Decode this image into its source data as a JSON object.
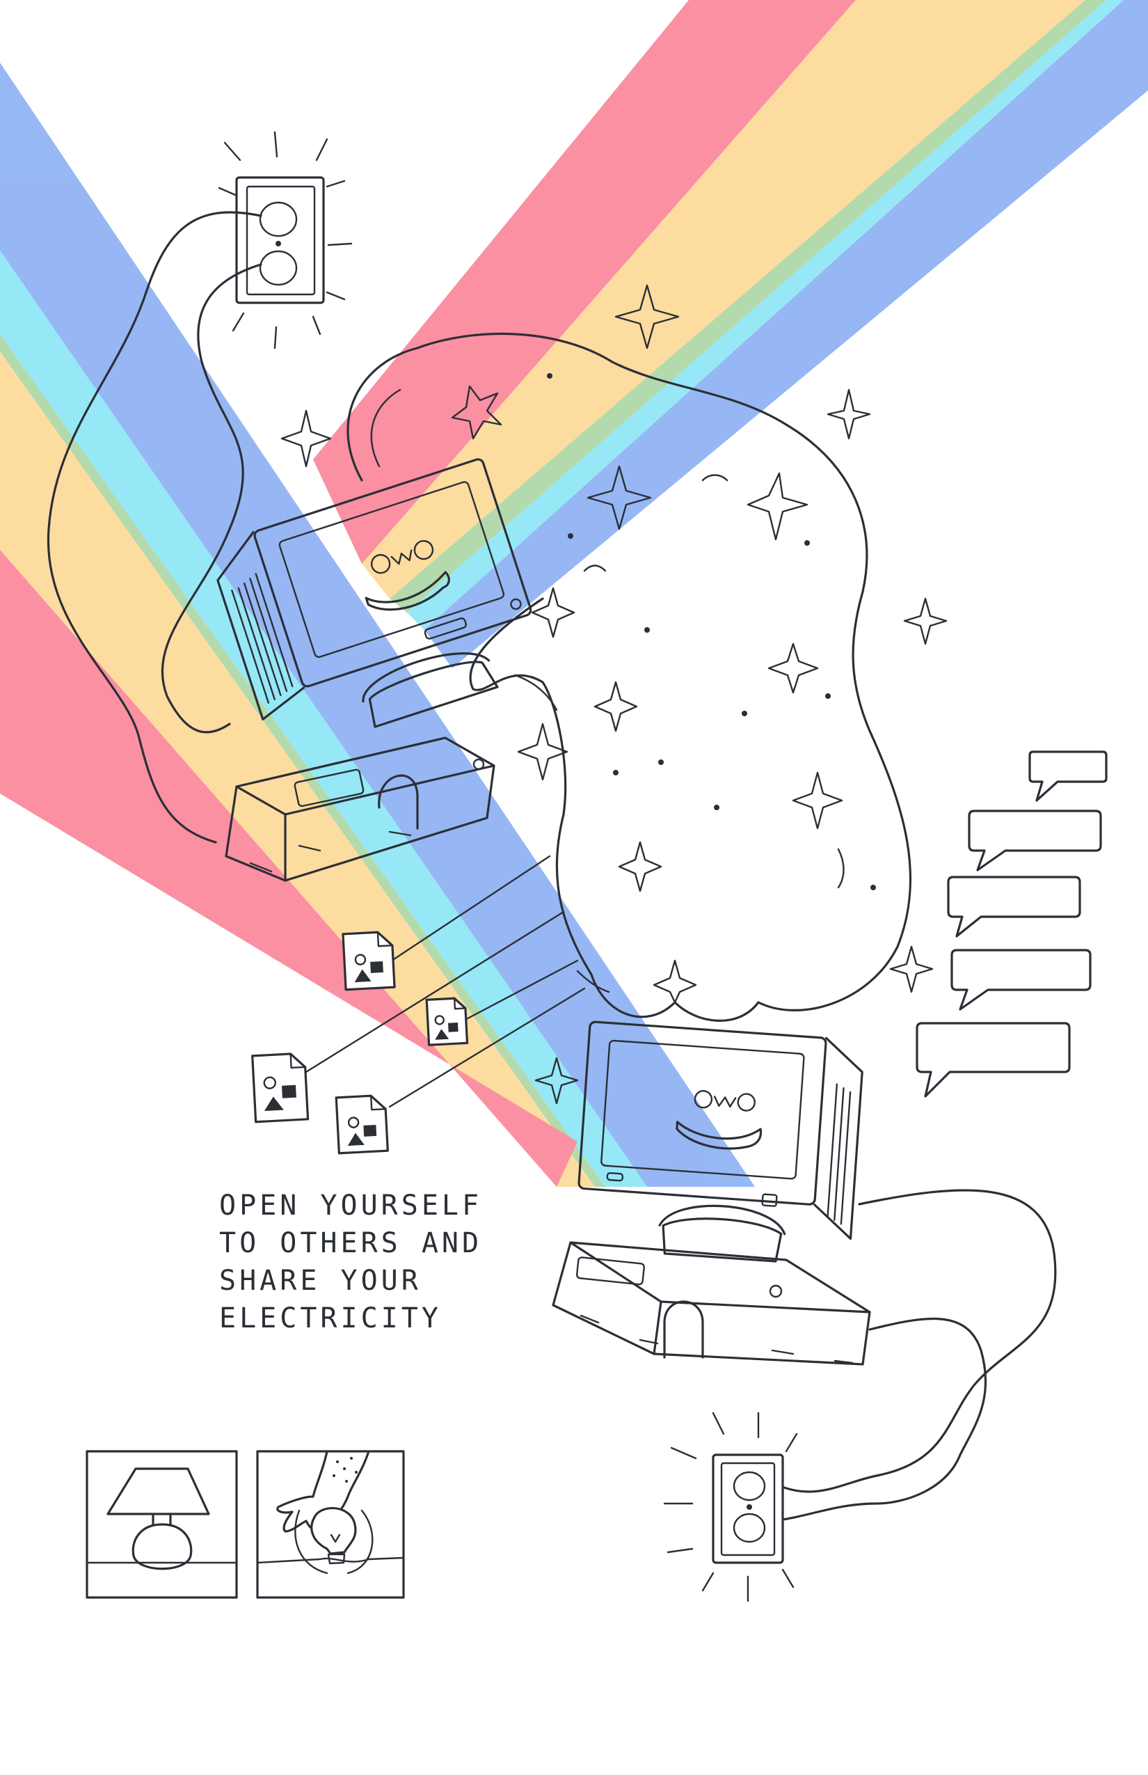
{
  "caption": {
    "lines": [
      "OPEN YOURSELF",
      "TO OTHERS AND",
      "SHARE YOUR",
      "ELECTRICITY"
    ]
  },
  "palette": {
    "ink": "#2b2f36",
    "rainbow_red": "#f9788e",
    "rainbow_yellow": "#fdd58a",
    "rainbow_cyan": "#7fe3f6",
    "rainbow_blue": "#7fa8f1",
    "rainbow_green": "#a3d39a",
    "background": "#ffffff"
  },
  "icons": [
    "wall-outlet-icon",
    "computer-icon",
    "sparkle-icon",
    "file-icon",
    "speech-bubble-icon",
    "lamp-icon",
    "light-bulb-icon",
    "hand-icon"
  ]
}
